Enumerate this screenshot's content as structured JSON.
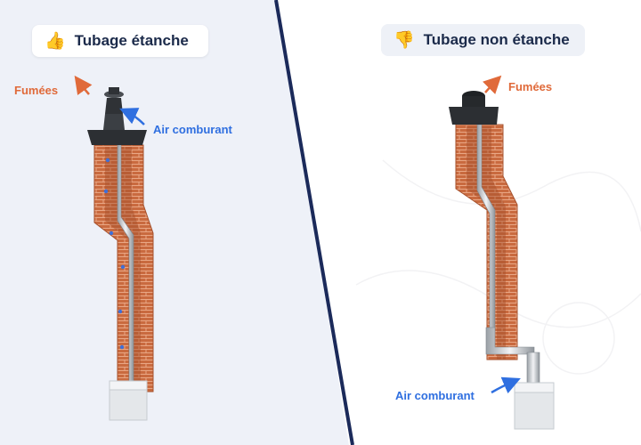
{
  "left_panel": {
    "title": "Tubage étanche",
    "title_icon": "thumbs-up-icon",
    "label_smoke": "Fumées",
    "label_air": "Air comburant"
  },
  "right_panel": {
    "title": "Tubage non étanche",
    "title_icon": "thumbs-down-icon",
    "label_smoke": "Fumées",
    "label_air": "Air comburant"
  },
  "colors": {
    "left_background": "#eef1f8",
    "divider": "#1b2a5a",
    "brick": "#c96a3f",
    "smoke_arrow": "#e06a3a",
    "air_arrow": "#2f6fe0"
  }
}
